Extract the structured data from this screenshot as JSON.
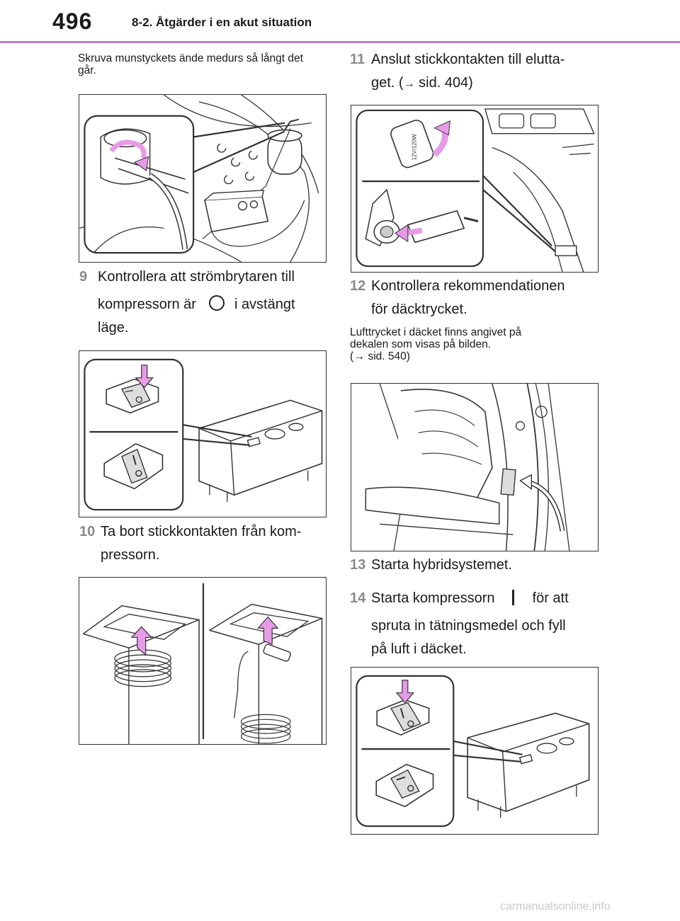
{
  "header": {
    "page_number": "496",
    "chapter": "8-2. Åtgärder i en akut situation"
  },
  "left": {
    "intro_note": "Skruva munstyckets ände medurs så långt det går.",
    "step9": {
      "num": "9",
      "text_a": "Kontrollera att strömbrytaren till",
      "text_b": "kompressorn är",
      "text_c": "i avstängt",
      "text_d": "läge."
    },
    "step10": {
      "num": "10",
      "text_a": "Ta bort stickkontakten från kom-",
      "text_b": "pressorn."
    }
  },
  "right": {
    "step11": {
      "num": "11",
      "text_a": "Anslut stickkontakten till elutta-",
      "text_b": "get. (",
      "arrow": "→",
      "text_c": " sid. 404)"
    },
    "step12": {
      "num": "12",
      "text_a": "Kontrollera rekommendationen",
      "text_b": "för däcktrycket."
    },
    "note12": {
      "line1": "Lufttrycket i däcket finns angivet på",
      "line2": "dekalen som visas på bilden.",
      "line3_a": "(",
      "arrow": "→",
      "line3_b": " sid. 540)"
    },
    "step13": {
      "num": "13",
      "text": "Starta hybridsystemet."
    },
    "step14": {
      "num": "14",
      "text_a": "Starta kompressorn",
      "text_b": "för att",
      "text_c": "spruta in tätningsmedel och fyll",
      "text_d": "på luft i däcket."
    }
  },
  "illustration_labels": {
    "plug_label": "12V/120W"
  },
  "footer": {
    "watermark": "carmanualsonline.info"
  },
  "colors": {
    "accent_rule": "#c27ad6",
    "arrow_pink": "#e79be6",
    "step_number": "#8a8a8a"
  }
}
